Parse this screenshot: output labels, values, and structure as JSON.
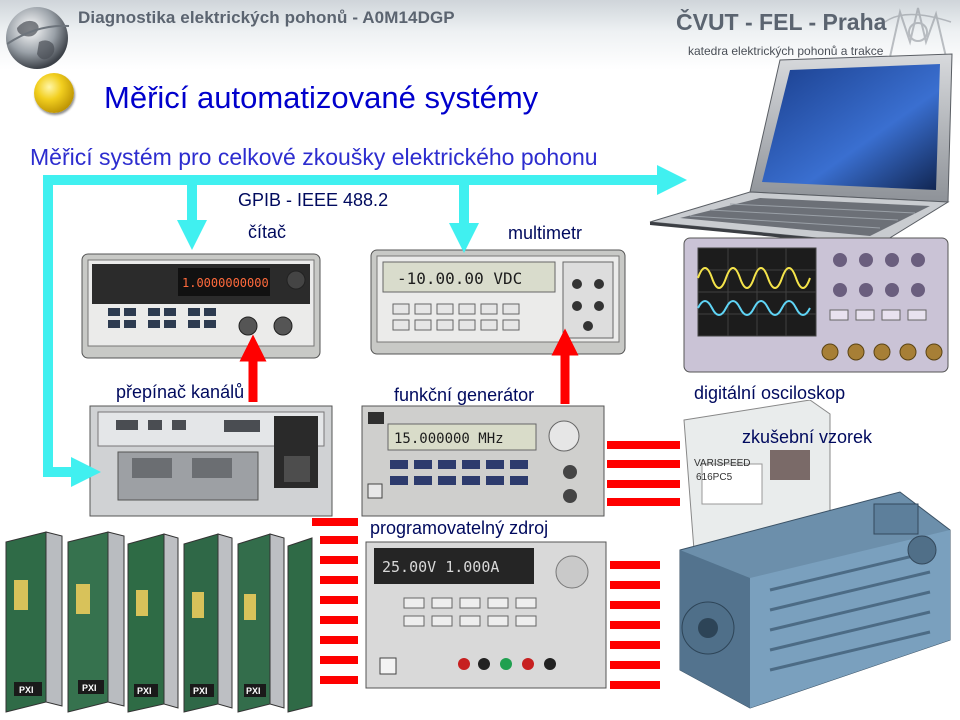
{
  "header": {
    "course_title": "Diagnostika elektrických pohonů - A0M14DGP",
    "organization": "ČVUT - FEL - Praha",
    "department": "katedra elektrických pohonů a trakce"
  },
  "slide": {
    "title": "Měřicí automatizované systémy",
    "subtitle": "Měřicí systém pro celkové zkoušky elektrického pohonu"
  },
  "bus": {
    "label": "GPIB - IEEE 488.2"
  },
  "components": {
    "counter": "čítač",
    "multimeter": "multimetr",
    "channel_switch": "přepínač kanálů",
    "function_generator": "funkční generátor",
    "oscilloscope": "digitální osciloskop",
    "test_specimen": "zkušební vzorek",
    "power_supply": "programovatelný zdroj"
  },
  "instrument_text": {
    "counter_display": "1.0000000000",
    "multimeter_display": "-10.00.00 VDC",
    "generator_display": "15.000000 MHz",
    "supply_display": "25.00V 1.000A",
    "pxi_badge": "PXI",
    "drive_label": "VARISPEED",
    "drive_model": "616PC5"
  },
  "colors": {
    "title_blue": "#0000cc",
    "subtitle_blue": "#2d2dcf",
    "bus_cyan": "#40f0f0",
    "power_red": "#ff0000"
  }
}
